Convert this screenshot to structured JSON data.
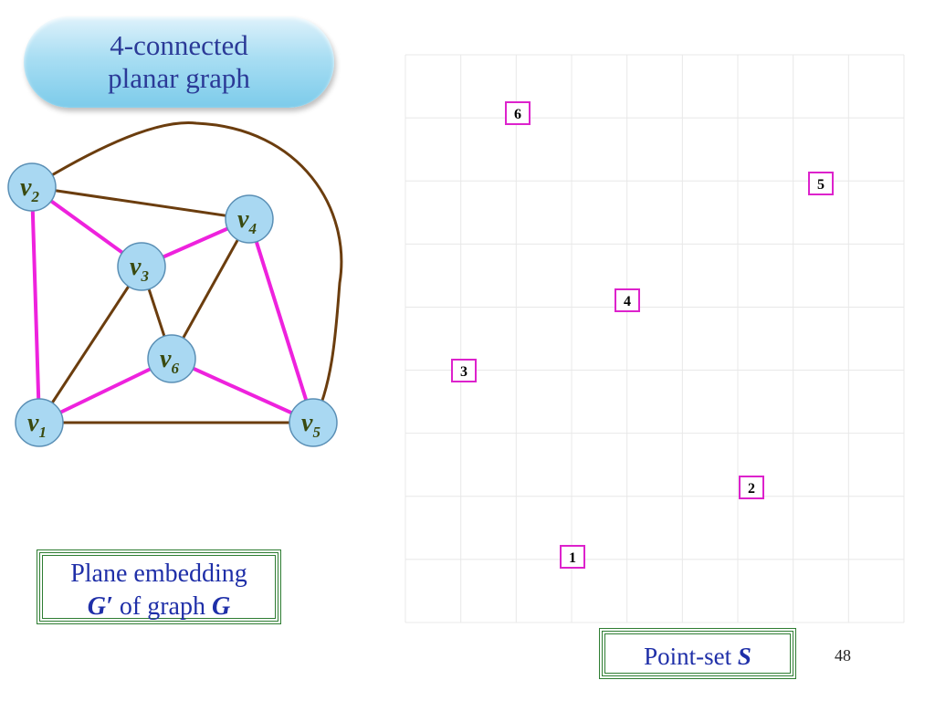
{
  "title": {
    "line1": "4-connected",
    "line2": "planar graph"
  },
  "captions": {
    "embedding_line1": "Plane embedding",
    "embedding_G_prime": "G′",
    "embedding_of_graph": " of graph ",
    "embedding_G": "G",
    "pointset_text": "Point-set ",
    "pointset_S": "S"
  },
  "page_number": "48",
  "colors": {
    "highlight_edge": "#ee22dd",
    "normal_edge": "#6b3d0e",
    "vertex_fill": "#a9d8f2",
    "grid": "#e8e8e8",
    "point_box_border": "#dd22cc"
  },
  "graph": {
    "vertices": [
      {
        "id": "v1",
        "base": "v",
        "sub": "1"
      },
      {
        "id": "v2",
        "base": "v",
        "sub": "2"
      },
      {
        "id": "v3",
        "base": "v",
        "sub": "3"
      },
      {
        "id": "v4",
        "base": "v",
        "sub": "4"
      },
      {
        "id": "v5",
        "base": "v",
        "sub": "5"
      },
      {
        "id": "v6",
        "base": "v",
        "sub": "6"
      }
    ],
    "edges": [
      {
        "from": "v2",
        "to": "v4",
        "highlight": false
      },
      {
        "from": "v1",
        "to": "v5",
        "highlight": false
      },
      {
        "from": "v2",
        "to": "v5",
        "highlight": false,
        "curved": true
      },
      {
        "from": "v3",
        "to": "v1",
        "highlight": false
      },
      {
        "from": "v3",
        "to": "v6",
        "highlight": false
      },
      {
        "from": "v4",
        "to": "v6",
        "highlight": false
      },
      {
        "from": "v2",
        "to": "v3",
        "highlight": true
      },
      {
        "from": "v3",
        "to": "v4",
        "highlight": true
      },
      {
        "from": "v4",
        "to": "v5",
        "highlight": true
      },
      {
        "from": "v2",
        "to": "v1",
        "highlight": true
      },
      {
        "from": "v1",
        "to": "v6",
        "highlight": true
      },
      {
        "from": "v6",
        "to": "v5",
        "highlight": true
      }
    ]
  },
  "point_set": [
    {
      "label": "1"
    },
    {
      "label": "2"
    },
    {
      "label": "3"
    },
    {
      "label": "4"
    },
    {
      "label": "5"
    },
    {
      "label": "6"
    }
  ]
}
